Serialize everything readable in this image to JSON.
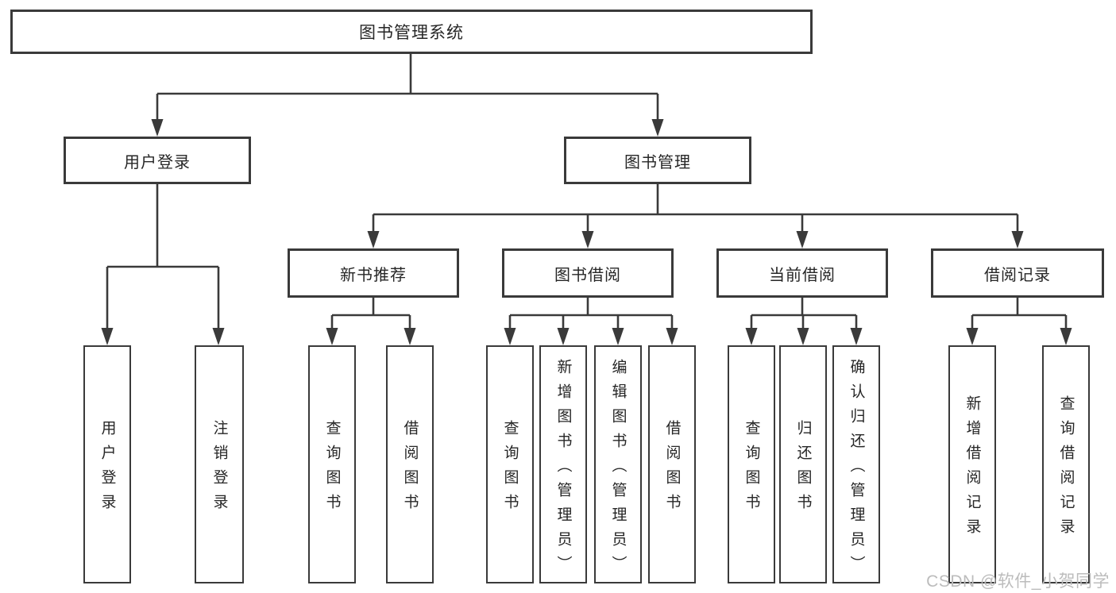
{
  "diagram": {
    "root": {
      "label": "图书管理系统"
    },
    "level2": [
      {
        "label": "用户登录"
      },
      {
        "label": "图书管理"
      }
    ],
    "level3": [
      {
        "label": "新书推荐"
      },
      {
        "label": "图书借阅"
      },
      {
        "label": "当前借阅"
      },
      {
        "label": "借阅记录"
      }
    ],
    "leaves": {
      "user_login": [
        "用户登录",
        "注销登录"
      ],
      "new_book_recommend": [
        "查询图书",
        "借阅图书"
      ],
      "book_borrow": [
        "查询图书",
        "新增图书（管理员）",
        "编辑图书（管理员）",
        "借阅图书"
      ],
      "current_borrow": [
        "查询图书",
        "归还图书",
        "确认归还（管理员）"
      ],
      "borrow_records": [
        "新增借阅记录",
        "查询借阅记录"
      ]
    }
  },
  "watermark": {
    "text": "CSDN @软件_小贺同学"
  },
  "colors": {
    "line": "#3a3a3a",
    "text": "#262626",
    "box_background": "#ffffff",
    "watermark": "#bcbcbc",
    "background": "#ffffff"
  }
}
